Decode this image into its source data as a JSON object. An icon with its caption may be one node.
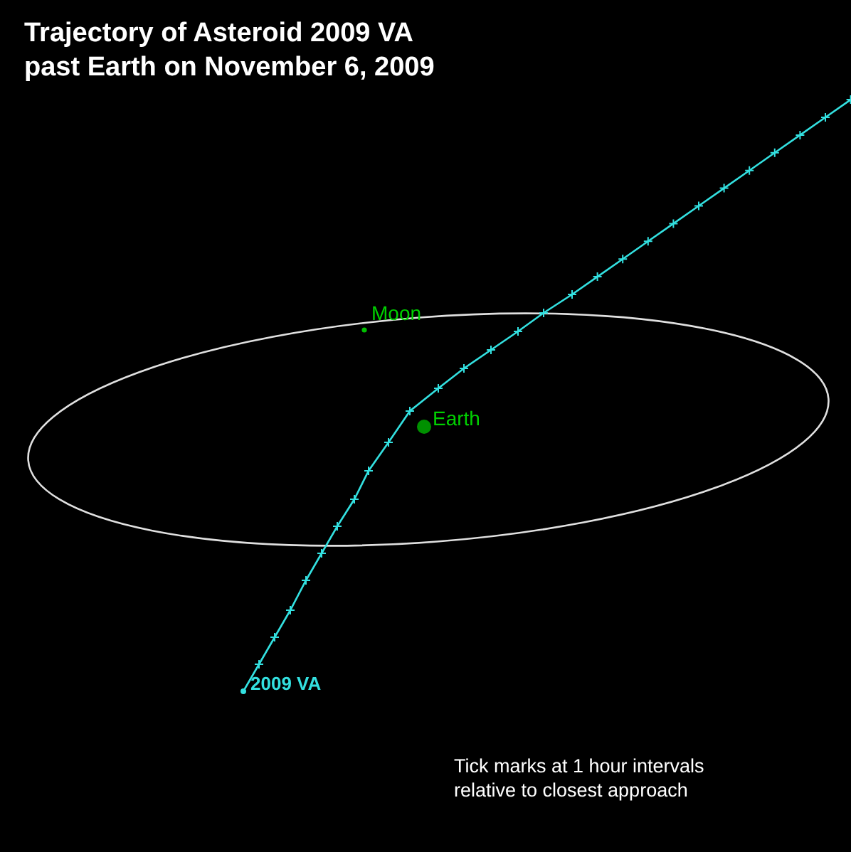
{
  "diagram": {
    "title": "Trajectory of Asteroid 2009 VA past Earth on November 6, 2009",
    "labels": [
      "Moon",
      "Earth",
      "2009 VA",
      "Tick marks at 1 hour intervals relative to closest approach"
    ]
  }
}
